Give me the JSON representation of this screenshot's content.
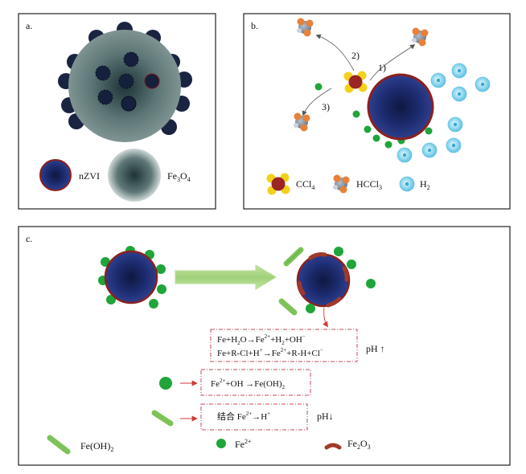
{
  "panel_a": {
    "label": "a.",
    "legend": {
      "nzvi": "nZVI",
      "fe3o4_base": "Fe",
      "fe3o4_sub1": "3",
      "fe3o4_mid": "O",
      "fe3o4_sub2": "4"
    }
  },
  "panel_b": {
    "label": "b.",
    "steps": {
      "s1": "1)",
      "s2": "2)",
      "s3": "3)"
    },
    "legend": {
      "ccl4_base": "CCl",
      "ccl4_sub": "4",
      "hccl3_base": "HCCl",
      "hccl3_sub": "3",
      "h2_base": "H",
      "h2_sub": "2"
    }
  },
  "panel_c": {
    "label": "c.",
    "eq1": {
      "a": "Fe+H",
      "a_sub": "2",
      "b": "O→Fe",
      "b_sup": "2+",
      "c": "+H",
      "c_sub": "2",
      "d": "+OH",
      "d_sup": "−"
    },
    "eq2": {
      "a": "Fe+R-Cl+H",
      "a_sup": "+",
      "b": "→Fe",
      "b_sup": "2+",
      "c": "+R-H+Cl",
      "c_sup": "−"
    },
    "ph_up": "pH ↑",
    "eq3": {
      "a": "Fe",
      "a_sup": "2+",
      "b": "+OH →Fe(OH)",
      "b_sub": "2"
    },
    "eq4": {
      "a": "结合 Fe",
      "a_sup": "2+",
      "b": "→H",
      "b_sup": "+"
    },
    "ph_down": "pH↓",
    "legend": {
      "feoh2_base": "Fe(OH)",
      "feoh2_sub": "2",
      "fe2_base": "Fe",
      "fe2_sup": "2+",
      "fe2o3_base": "Fe",
      "fe2o3_sub1": "2",
      "fe2o3_mid": "O",
      "fe2o3_sub2": "3"
    }
  },
  "colors": {
    "nzvi_core": "#1f2a66",
    "nzvi_rim": "#8b2020",
    "fe3o4_shell": "#3c5556",
    "fe2_green": "#1fa53a",
    "feoh2_green": "#7ec35a",
    "h2_blue": "#7cd0ec",
    "ccl4_yellow": "#f2d11a",
    "hccl3_gray": "#8c98a8",
    "hccl3_orange": "#e7813a",
    "arrow_red": "#d23a3a"
  }
}
